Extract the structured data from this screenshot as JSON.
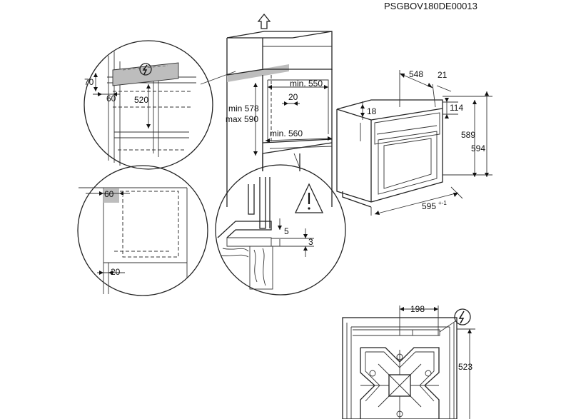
{
  "document": {
    "code": "PSGBOV180DE00013"
  },
  "dimensions": {
    "top_left_detail": {
      "d70": "70",
      "d60": "60",
      "d520": "520"
    },
    "cabinet": {
      "min_550": "min. 550",
      "d20": "20",
      "min_578": "min 578",
      "max_590": "max 590",
      "min_560": "min. 560"
    },
    "oven_side": {
      "d548": "548",
      "d21": "21",
      "d18": "18",
      "d114": "114",
      "d589": "589",
      "d594": "594",
      "d595": "595",
      "d595_tol": "+-1"
    },
    "mid_left_detail": {
      "d60": "60",
      "d20": "20"
    },
    "center_detail": {
      "d5": "5",
      "d3": "3"
    },
    "rear": {
      "d198": "198",
      "d523": "523"
    }
  },
  "icons": {
    "power_socket": "lightning-in-circle-icon",
    "warning": "warning-triangle-icon",
    "lift": "arrow-up-outline-icon"
  }
}
